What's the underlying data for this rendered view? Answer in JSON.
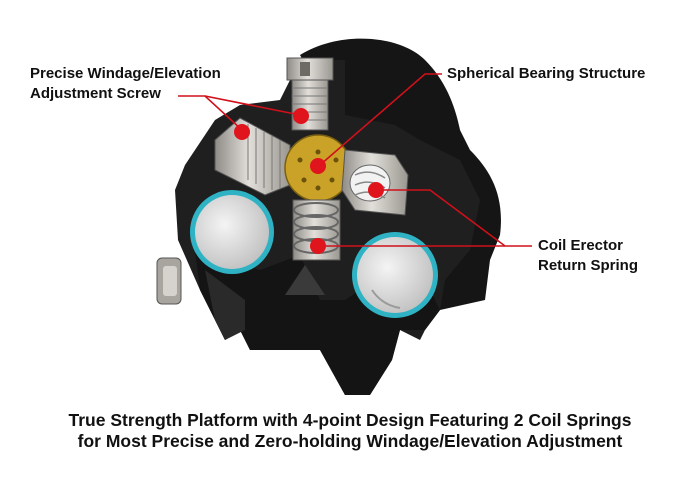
{
  "callouts": {
    "adjustment_screw": {
      "line1": "Precise Windage/Elevation",
      "line2": "Adjustment Screw"
    },
    "spherical_bearing": {
      "line1": "Spherical Bearing Structure"
    },
    "coil_spring": {
      "line1": "Coil Erector",
      "line2": "Return Spring"
    }
  },
  "caption": {
    "line1": "True Strength Platform with 4-point Design Featuring 2 Coil Springs",
    "line2": "for Most Precise and Zero-holding Windage/Elevation Adjustment"
  },
  "colors": {
    "body": "#1e1e1e",
    "body_dark": "#0e0e0e",
    "metal": "#c9c6c1",
    "brass": "#c9a227",
    "lens_ring": "#2fb3c4",
    "marker": "#e0141c",
    "leader": "#d0101a"
  }
}
